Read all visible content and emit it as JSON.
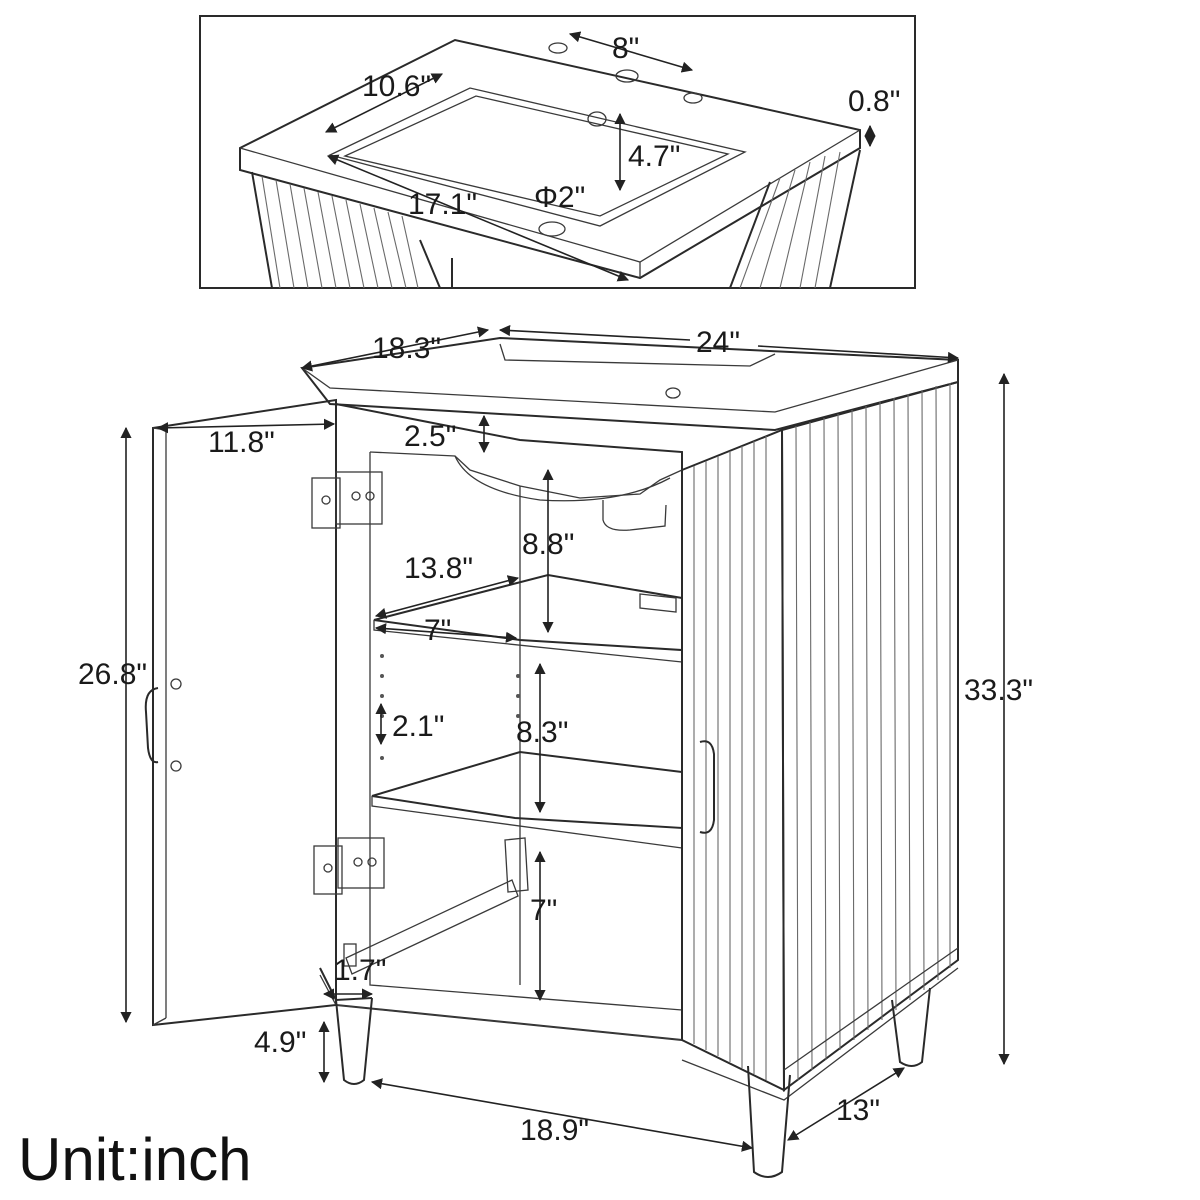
{
  "unit_label": "Unit:inch",
  "inset": {
    "faucet_spacing": "8\"",
    "basin_depth": "10.6\"",
    "top_thickness": "0.8\"",
    "drain_offset": "4.7\"",
    "drain_diameter": "Φ2\"",
    "basin_width": "17.1\""
  },
  "main": {
    "top_depth": "18.3\"",
    "top_width": "24\"",
    "total_height": "33.3\"",
    "door_width": "11.8\"",
    "door_height": "26.8\"",
    "sink_drop": "2.5\"",
    "upper_clearance": "8.8\"",
    "shelf_depth": "13.8\"",
    "shelf_front_width": "7\"",
    "shelf_adjust": "2.1\"",
    "middle_clearance": "8.3\"",
    "lower_clearance": "7\"",
    "bottom_lip": "1.7\"",
    "leg_height": "4.9\"",
    "base_width": "18.9\"",
    "base_depth": "13\""
  },
  "colors": {
    "line": "#2a2a2a",
    "text": "#1a1a1a",
    "background": "#ffffff"
  }
}
